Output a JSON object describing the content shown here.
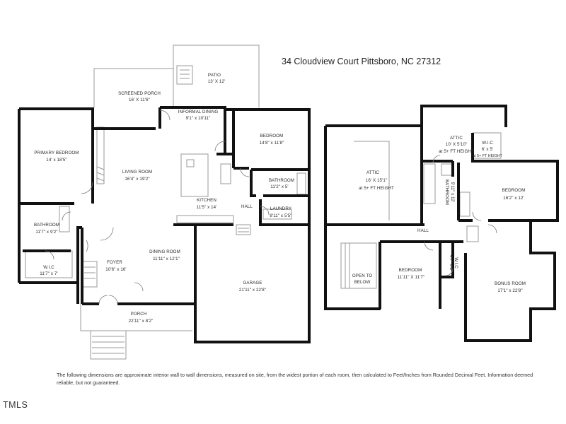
{
  "address": "34 Cloudview Court  Pittsboro, NC  27312",
  "disclaimer": "The following dimensions are approximate interior wall to wall dimensions, measured on site, from the widest portion of each room, then calculated to Feet/Inches from Rounded Decimal Feet. Information deemed reliable, but not guaranteed.",
  "logo_text": "TMLS",
  "wall_color": "#111111",
  "line_color": "#9a9a9a",
  "first_floor": {
    "patio": {
      "name": "PATIO",
      "dims": "13' X 12'"
    },
    "screened_porch": {
      "name": "SCREENED PORCH",
      "dims": "16' X 11'6\""
    },
    "informal_dining": {
      "name": "INFORMAL DINING",
      "dims": "9'1\" x 10'11\""
    },
    "bedroom": {
      "name": "BEDROOM",
      "dims": "14'8\" x 11'8\""
    },
    "primary_bedroom": {
      "name": "PRIMARY BEDROOM",
      "dims": "14' x 18'5\""
    },
    "living_room": {
      "name": "LIVING ROOM",
      "dims": "16'4\" x 19'2\""
    },
    "bathroom_right": {
      "name": "BATHROOM",
      "dims": "11'2\" x 5'"
    },
    "kitchen": {
      "name": "KITCHEN",
      "dims": "11'5\" x 14'"
    },
    "hall": {
      "name": "HALL"
    },
    "laundry": {
      "name": "LAUNDRY",
      "dims": "8'11\" x 5'5\""
    },
    "bathroom_primary": {
      "name": "BATHROOM",
      "dims": "11'7\" x 9'2\""
    },
    "wic": {
      "name": "W.I.C",
      "dims": "11'7\" x 7'"
    },
    "foyer": {
      "name": "FOYER",
      "dims": "10'6\" x 16'"
    },
    "dining_room": {
      "name": "DINING ROOM",
      "dims": "11'11\" x 12'1\""
    },
    "garage": {
      "name": "GARAGE",
      "dims": "21'11\" x 22'8\""
    },
    "porch": {
      "name": "PORCH",
      "dims": "22'11\" x 8'2\""
    }
  },
  "second_floor": {
    "attic_small": {
      "name": "ATTIC",
      "dims": "10' X 5'10\"",
      "note": "at 5+ FT HEIGHT"
    },
    "wic": {
      "name": "W.I.C",
      "dims": "6' x 5'",
      "note": "at 5+ FT HEIGHT"
    },
    "attic_large": {
      "name": "ATTIC",
      "dims": "16' X 15'1\"",
      "note": "at 5+ FT HEIGHT"
    },
    "bathroom": {
      "name": "BATHROOM",
      "dims": "9'11\" x 12'"
    },
    "bedroom_right": {
      "name": "BEDROOM",
      "dims": "16'2\" x 12'"
    },
    "hall": {
      "name": "HALL"
    },
    "wic_small": {
      "name": "W.I.C",
      "dims": "4'7\" x 8'"
    },
    "open_to_below": {
      "line1": "OPEN TO",
      "line2": "BELOW"
    },
    "bedroom_center": {
      "name": "BEDROOM",
      "dims": "11'11\" X 11'7\""
    },
    "bonus_room": {
      "name": "BONUS ROOM",
      "dims": "17'1\" x 22'8\""
    }
  }
}
